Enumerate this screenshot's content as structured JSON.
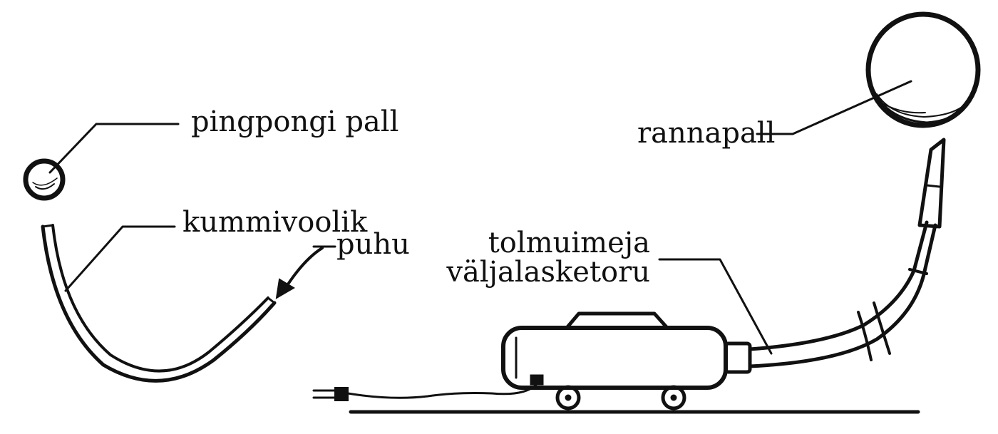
{
  "labels": {
    "ping_pong_ball": "pingpongi pall",
    "rubber_hose": "kummivoolik",
    "blow": "puhu",
    "beach_ball": "rannapall",
    "vacuum_exhaust_line1": "tolmuimeja",
    "vacuum_exhaust_line2": "väljalasketoru"
  },
  "colors": {
    "ink": "#111111",
    "background": "#ffffff"
  }
}
